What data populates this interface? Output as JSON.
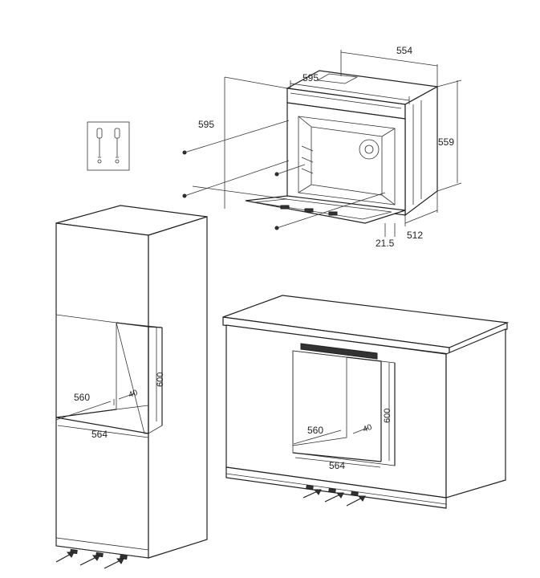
{
  "oven": {
    "dimensions": {
      "width_label": "595",
      "height_label": "595",
      "body_width_label": "554",
      "body_height_label": "559",
      "depth_label": "512",
      "door_label": "21.5"
    }
  },
  "tall_cabinet": {
    "niche_depth": "560",
    "niche_width": "564",
    "niche_height": "600",
    "gap": "40"
  },
  "base_cabinet": {
    "niche_depth": "560",
    "niche_width": "564",
    "niche_height": "600",
    "gap": "40"
  },
  "colors": {
    "stroke": "#222222",
    "background": "#ffffff"
  },
  "icons": {
    "screws": "screw-icon",
    "airflow": "arrow-icon"
  }
}
